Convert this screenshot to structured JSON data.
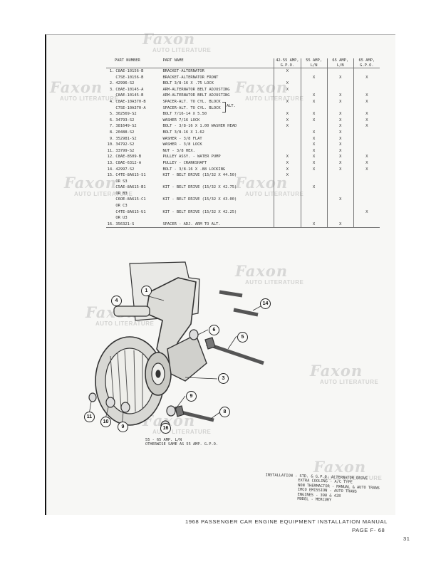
{
  "watermark": {
    "brand": "Faxon",
    "sub": "AUTO LITERATURE"
  },
  "table": {
    "headers": {
      "part_number": "PART NUMBER",
      "part_name": "PART NAME",
      "amp_cols": [
        [
          "42-55 AMP,",
          "G.P.O."
        ],
        [
          "55 AMP,",
          "L/N"
        ],
        [
          "65 AMP,",
          "L/N"
        ],
        [
          "65 AMP,",
          "G.P.O."
        ]
      ]
    },
    "rows": [
      {
        "no": "1.",
        "pn": "C8AE-10156-B",
        "name": "BRACKET-ALTERNATOR",
        "marks": [
          "X",
          "",
          "",
          ""
        ]
      },
      {
        "no": "",
        "pn": "C7SE-10156-B",
        "name": "BRACKET-ALTERNATOR FRONT",
        "marks": [
          "",
          "X",
          "X",
          "X"
        ]
      },
      {
        "no": "2.",
        "pn": "42996-S2",
        "name": "BOLT 3/8-16 X .75 LOCK",
        "marks": [
          "X",
          "",
          "",
          ""
        ]
      },
      {
        "no": "3.",
        "pn": "C8AE-10145-A",
        "name": "ARM-ALTERNATOR BELT ADJUSTING",
        "marks": [
          "X",
          "",
          "",
          ""
        ]
      },
      {
        "no": "",
        "pn": "C8AE-10145-B",
        "name": "ARM-ALTERNATOR BELT ADJUSTING",
        "marks": [
          "",
          "X",
          "X",
          "X"
        ]
      },
      {
        "no": "4.",
        "pn": "C8AE-10A370-B",
        "name": "SPACER-ALT. TO CYL. BLOCK",
        "marks": [
          "X",
          "X",
          "X",
          "X"
        ]
      },
      {
        "no": "",
        "pn": "C7SE-10A370-A",
        "name": "SPACER-ALT. TO CYL. BLOCK",
        "marks": [
          "",
          "",
          "",
          ""
        ]
      },
      {
        "no": "5.",
        "pn": "302569-S2",
        "name": "BOLT 7/16-14 X 5.50",
        "marks": [
          "X",
          "X",
          "X",
          "X"
        ]
      },
      {
        "no": "6.",
        "pn": "34793-S2",
        "name": "WASHER 7/16 LOCK",
        "marks": [
          "X",
          "X",
          "X",
          "X"
        ]
      },
      {
        "no": "7.",
        "pn": "381649-S2",
        "name": "BOLT - 3/8-16 X 1.00 WASHER HEAD",
        "marks": [
          "X",
          "",
          "X",
          "X"
        ]
      },
      {
        "no": "8.",
        "pn": "20488-S2",
        "name": "BOLT 3/8-16 X 1.62",
        "marks": [
          "",
          "X",
          "X",
          ""
        ]
      },
      {
        "no": "9.",
        "pn": "352981-S2",
        "name": "WASHER - 3/8 FLAT",
        "marks": [
          "",
          "X",
          "X",
          ""
        ]
      },
      {
        "no": "10.",
        "pn": "34792-S2",
        "name": "WASHER - 3/8 LOCK",
        "marks": [
          "",
          "X",
          "X",
          ""
        ]
      },
      {
        "no": "11.",
        "pn": "33799-S2",
        "name": "NUT - 3/8 HEX.",
        "marks": [
          "",
          "X",
          "X",
          ""
        ]
      },
      {
        "no": "12.",
        "pn": "C8AE-8509-B",
        "name": "PULLEY ASSY. - WATER PUMP",
        "marks": [
          "X",
          "X",
          "X",
          "X"
        ]
      },
      {
        "no": "13.",
        "pn": "C8AE-6312-A",
        "name": "PULLEY - CRANKSHAFT",
        "marks": [
          "X",
          "X",
          "X",
          "X"
        ]
      },
      {
        "no": "14.",
        "pn": "42997-S2",
        "name": "BOLT - 3/8-16 X .88 LOCKING",
        "marks": [
          "X",
          "X",
          "X",
          "X"
        ]
      },
      {
        "no": "15.",
        "pn": "C4TE-8A615-S1\nOR S3",
        "name": "KIT - BELT DRIVE (15/32 X 44.50)",
        "marks": [
          "X",
          "",
          "",
          ""
        ]
      },
      {
        "no": "",
        "pn": "C5AE-8A615-B1\nOR B3",
        "name": "KIT - BELT DRIVE (15/32 X 42.75)",
        "marks": [
          "",
          "X",
          "",
          ""
        ]
      },
      {
        "no": "",
        "pn": "C6OE-8A615-C1\nOR C3",
        "name": "KIT - BELT DRIVE (15/32 X 43.00)",
        "marks": [
          "",
          "",
          "X",
          ""
        ]
      },
      {
        "no": "",
        "pn": "C4TE-8A615-U1\nOR U3",
        "name": "KIT - BELT DRIVE (15/32 X 42.25)",
        "marks": [
          "",
          "",
          "",
          "X"
        ]
      },
      {
        "no": "16.",
        "pn": "356321-S",
        "name": "SPACER - ADJ. ARM TO ALT.",
        "marks": [
          "",
          "X",
          "X",
          ""
        ]
      }
    ],
    "alt_bracket_label": "ALT."
  },
  "diagram": {
    "callouts": [
      "1",
      "3",
      "4",
      "5",
      "6",
      "8",
      "9",
      "9",
      "10",
      "11",
      "14",
      "16"
    ],
    "caption": [
      "55 - 65 AMP. L/N",
      "OTHERWISE SAME AS 55 AMP. G.P.O."
    ]
  },
  "install_note": [
    "INSTALLATION - STD. & G.P.O. ALTERNATOR DRIVE",
    "EXTRA COOLING - A/C TYPE",
    "NON THERMACTOR - MANUAL & AUTO TRANS",
    "IMCO EMISSION - AUTO TRANS",
    "ENGINES - 390 & 428",
    "MODEL - MERCURY"
  ],
  "footer": {
    "title": "1968 PASSENGER CAR ENGINE EQUIPMENT INSTALLATION MANUAL",
    "page": "PAGE F- 68",
    "page_number": "31"
  }
}
